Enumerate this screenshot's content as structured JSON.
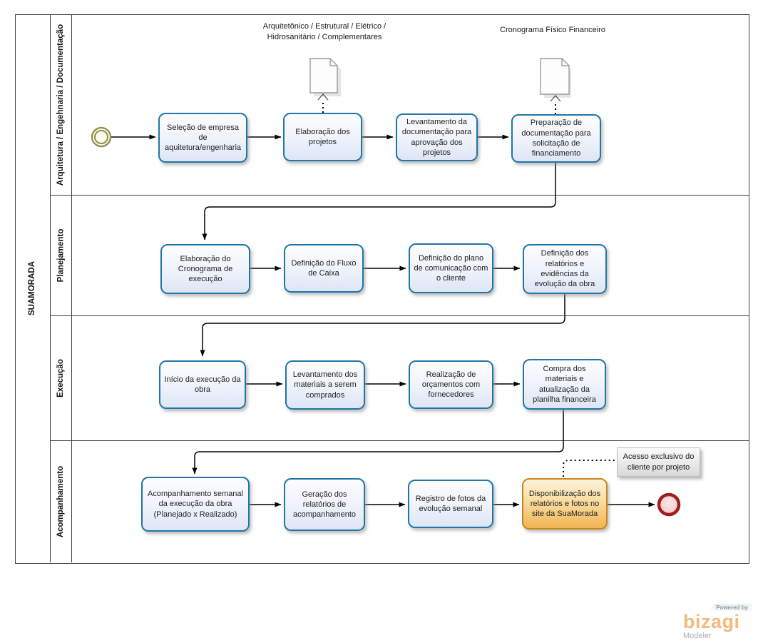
{
  "pool": {
    "label": "SUAMORADA"
  },
  "lanes": [
    {
      "label": "Arquitetura / Engehnaria / Documentação",
      "tasks": [
        "Seleção de empresa de aquitetura/engenharia",
        "Elaboração dos projetos",
        "Levantamento da documentação para aprovação dos projetos",
        "Preparação de documentação para solicitação de financiamento"
      ]
    },
    {
      "label": "Planejamento",
      "tasks": [
        "Elaboração do Cronograma de execução",
        "Definição do Fluxo de Caixa",
        "Definição do plano de comunicação com o cliente",
        "Definição dos relatórios e evidências da evolução da obra"
      ]
    },
    {
      "label": "Execução",
      "tasks": [
        "Início da execução da obra",
        "Levantamento dos materiais a serem comprados",
        "Realização de orçamentos com fornecedores",
        "Compra dos materiais e atualização  da planilha financeira"
      ]
    },
    {
      "label": "Acompanhamento",
      "tasks": [
        "Acompanhamento semanal da execução da obra (Planejado x Realizado)",
        "Geração dos relatórios de acompanhamento",
        "Registro de fotos  da evolução semanal",
        "Disponibilização dos relatórios e fotos no site da SuaMorada"
      ]
    }
  ],
  "data_objects": [
    {
      "label": "Arquitetônico / Estrutural / Elétrico / Hidrosanitário / Complementares"
    },
    {
      "label": "Cronograma Físico Financeiro"
    }
  ],
  "annotation": {
    "label": "Acesso exclusivo do cliente por projeto"
  },
  "branding": {
    "powered_by": "Powered by",
    "name": "bizagi",
    "product": "Modeler"
  },
  "colors": {
    "task_border": "#2076a8",
    "task_fill_bottom": "#dde6f6",
    "highlight_border": "#c8861c",
    "highlight_fill_bottom": "#f2b352",
    "start_event_stroke": "#8f8f46",
    "end_event_stroke": "#9e1f1f",
    "logo_orange": "#f5b87e"
  }
}
